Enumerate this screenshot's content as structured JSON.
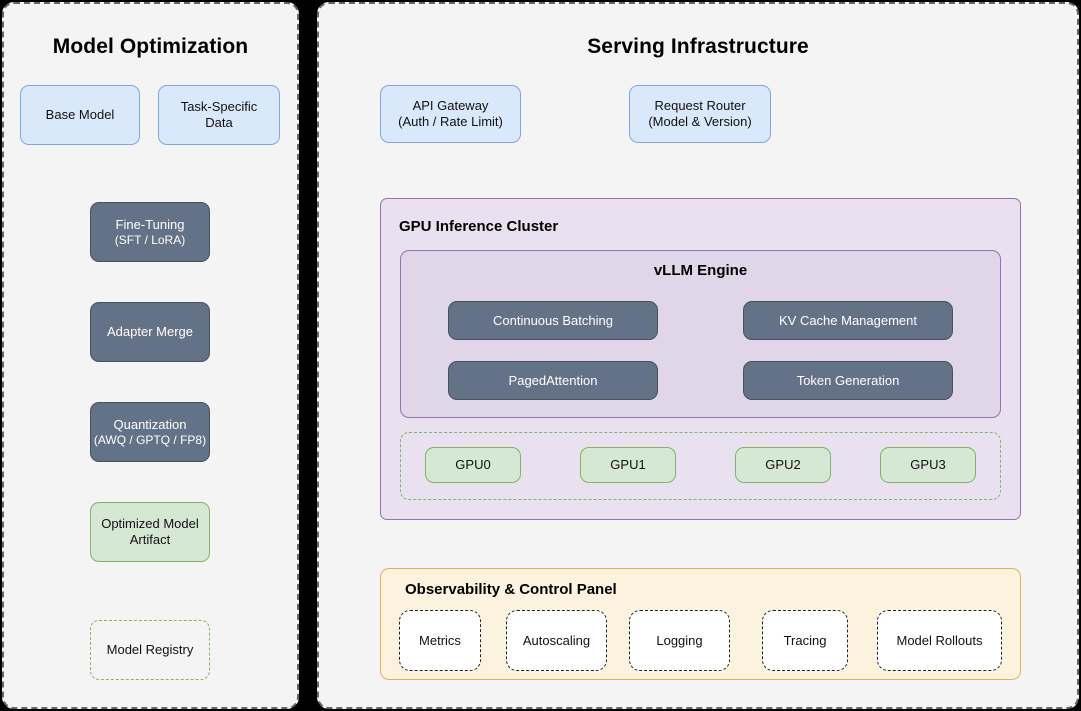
{
  "left_panel": {
    "title": "Model Optimization",
    "nodes": {
      "base_model": {
        "line1": "Base Model"
      },
      "task_data": {
        "line1": "Task-Specific",
        "line2": "Data"
      },
      "fine_tuning": {
        "line1": "Fine-Tuning",
        "line2": "(SFT / LoRA)"
      },
      "adapter_merge": {
        "line1": "Adapter Merge"
      },
      "quantization": {
        "line1": "Quantization",
        "line2": "(AWQ / GPTQ / FP8)"
      },
      "optimized_artifact": {
        "line1": "Optimized Model",
        "line2": "Artifact"
      },
      "model_registry": {
        "line1": "Model Registry"
      }
    }
  },
  "right_panel": {
    "title": "Serving Infrastructure",
    "api_gateway": {
      "line1": "API Gateway",
      "line2": "(Auth / Rate Limit)"
    },
    "request_router": {
      "line1": "Request Router",
      "line2": "(Model & Version)"
    },
    "gpu_cluster": {
      "title": "GPU Inference Cluster",
      "vllm_engine": {
        "title": "vLLM Engine",
        "components": [
          {
            "label": "Continuous Batching"
          },
          {
            "label": "KV Cache Management"
          },
          {
            "label": "PagedAttention"
          },
          {
            "label": "Token Generation"
          }
        ]
      },
      "gpus": [
        {
          "label": "GPU0"
        },
        {
          "label": "GPU1"
        },
        {
          "label": "GPU2"
        },
        {
          "label": "GPU3"
        }
      ]
    },
    "observability": {
      "title": "Observability & Control Panel",
      "items": [
        {
          "label": "Metrics"
        },
        {
          "label": "Autoscaling"
        },
        {
          "label": "Logging"
        },
        {
          "label": "Tracing"
        },
        {
          "label": "Model Rollouts"
        }
      ]
    }
  },
  "colors": {
    "background": "#000000",
    "panel_fill": "#f4f4f4",
    "panel_border": "#666666",
    "blue_fill": "#dae8fc",
    "blue_border": "#7ea6e0",
    "slate_fill": "#647287",
    "slate_border": "#46525e",
    "green_fill": "#d5e8d4",
    "green_border": "#82b366",
    "cluster_fill": "#e9e1f0",
    "engine_fill": "#e1d5ea",
    "purple_border": "#9673a6",
    "observability_fill": "#fbf3de",
    "observability_border": "#d6b656",
    "wire": "#000000"
  }
}
